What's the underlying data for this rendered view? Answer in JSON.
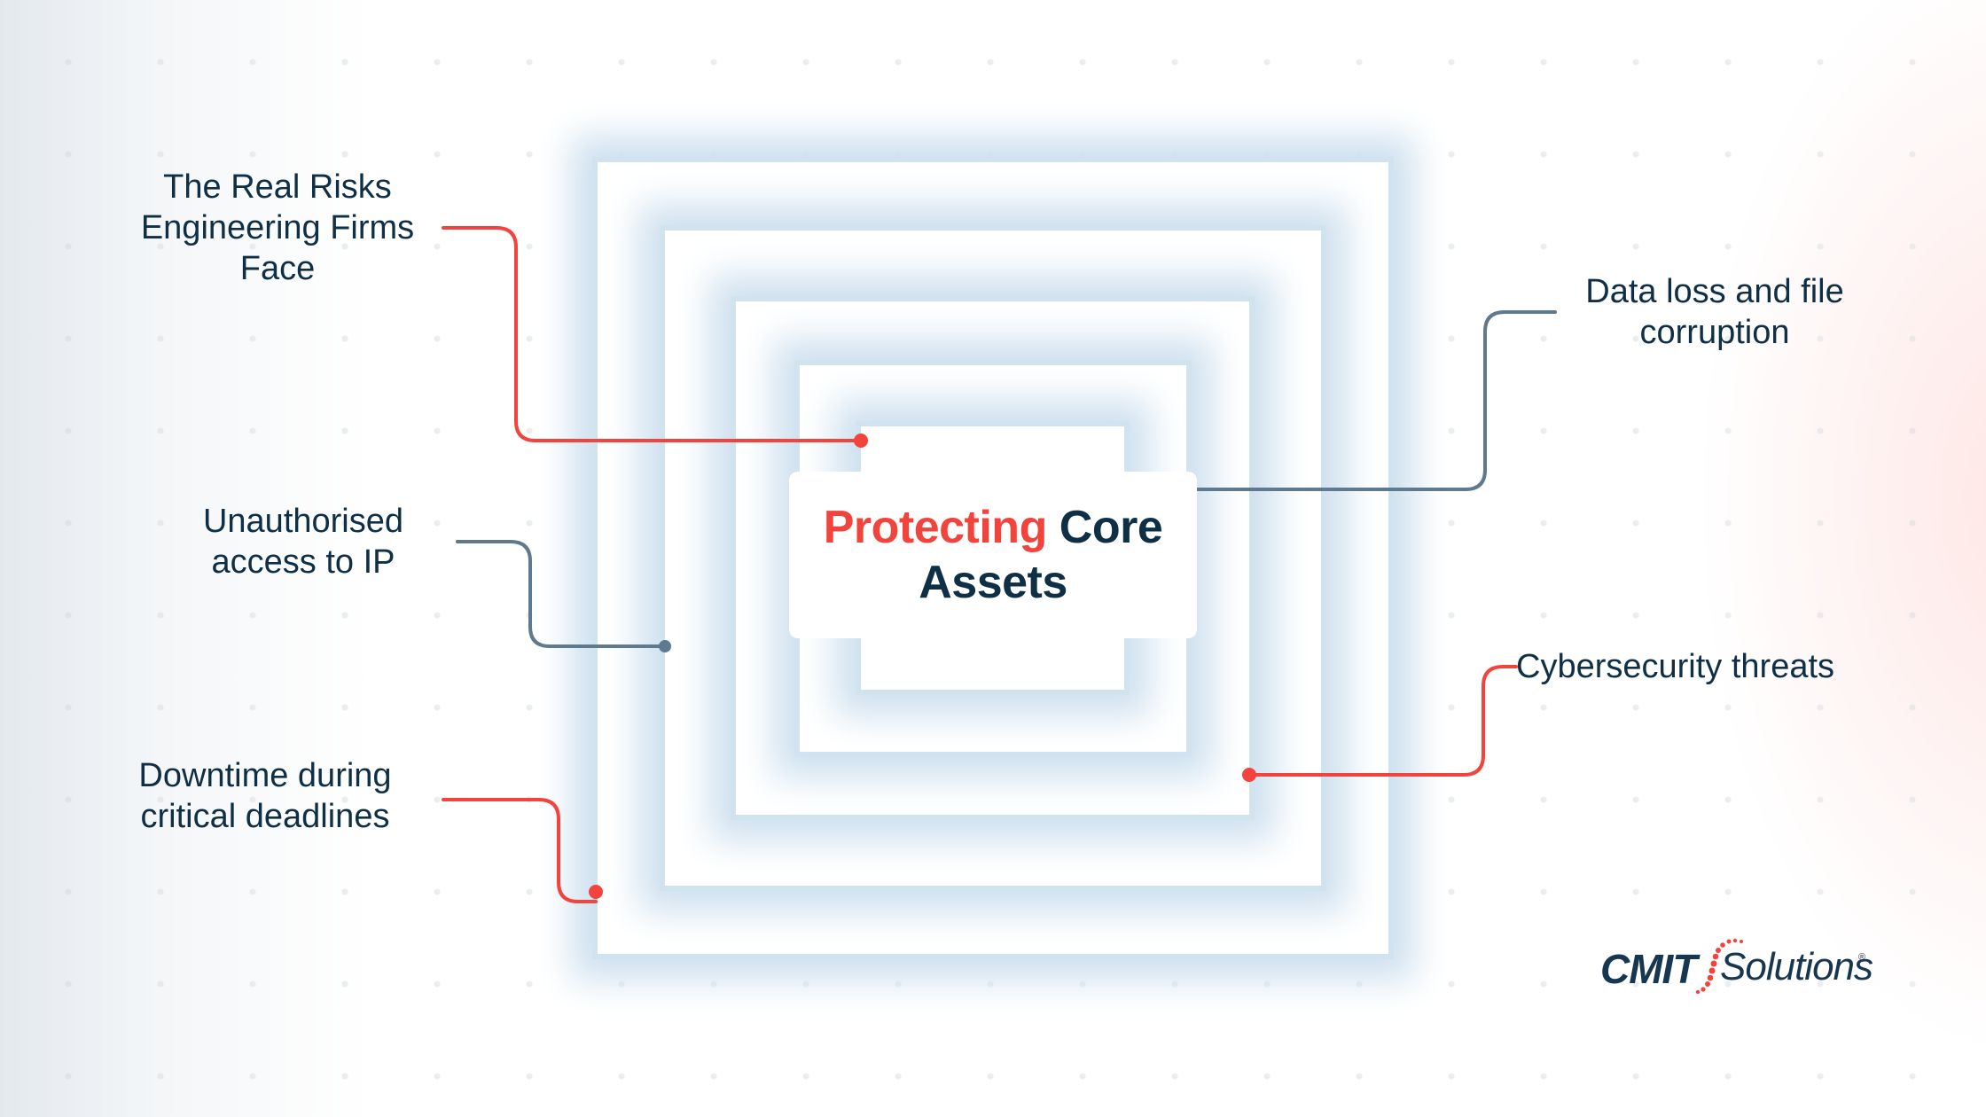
{
  "diagram": {
    "center": {
      "title_accent": "Protecting",
      "title_rest": "Core",
      "title_line2": "Assets"
    },
    "labels": {
      "top_left": [
        "The Real Risks",
        "Engineering Firms",
        "Face"
      ],
      "mid_left": [
        "Unauthorised",
        "access to IP"
      ],
      "bottom_left": [
        "Downtime during",
        "critical deadlines"
      ],
      "top_right": [
        "Data loss and file",
        "corruption"
      ],
      "mid_right": [
        "Cybersecurity threats"
      ]
    },
    "connector_colors": {
      "red": "#f2433c",
      "gray": "#5f7a8f"
    },
    "layers": 5
  },
  "colors": {
    "accent": "#f2433c",
    "text": "#0e2f45",
    "glow": "#cfe1ef"
  },
  "logo": {
    "word1": "CMIT",
    "word2": "Solutions",
    "registered": "®"
  }
}
